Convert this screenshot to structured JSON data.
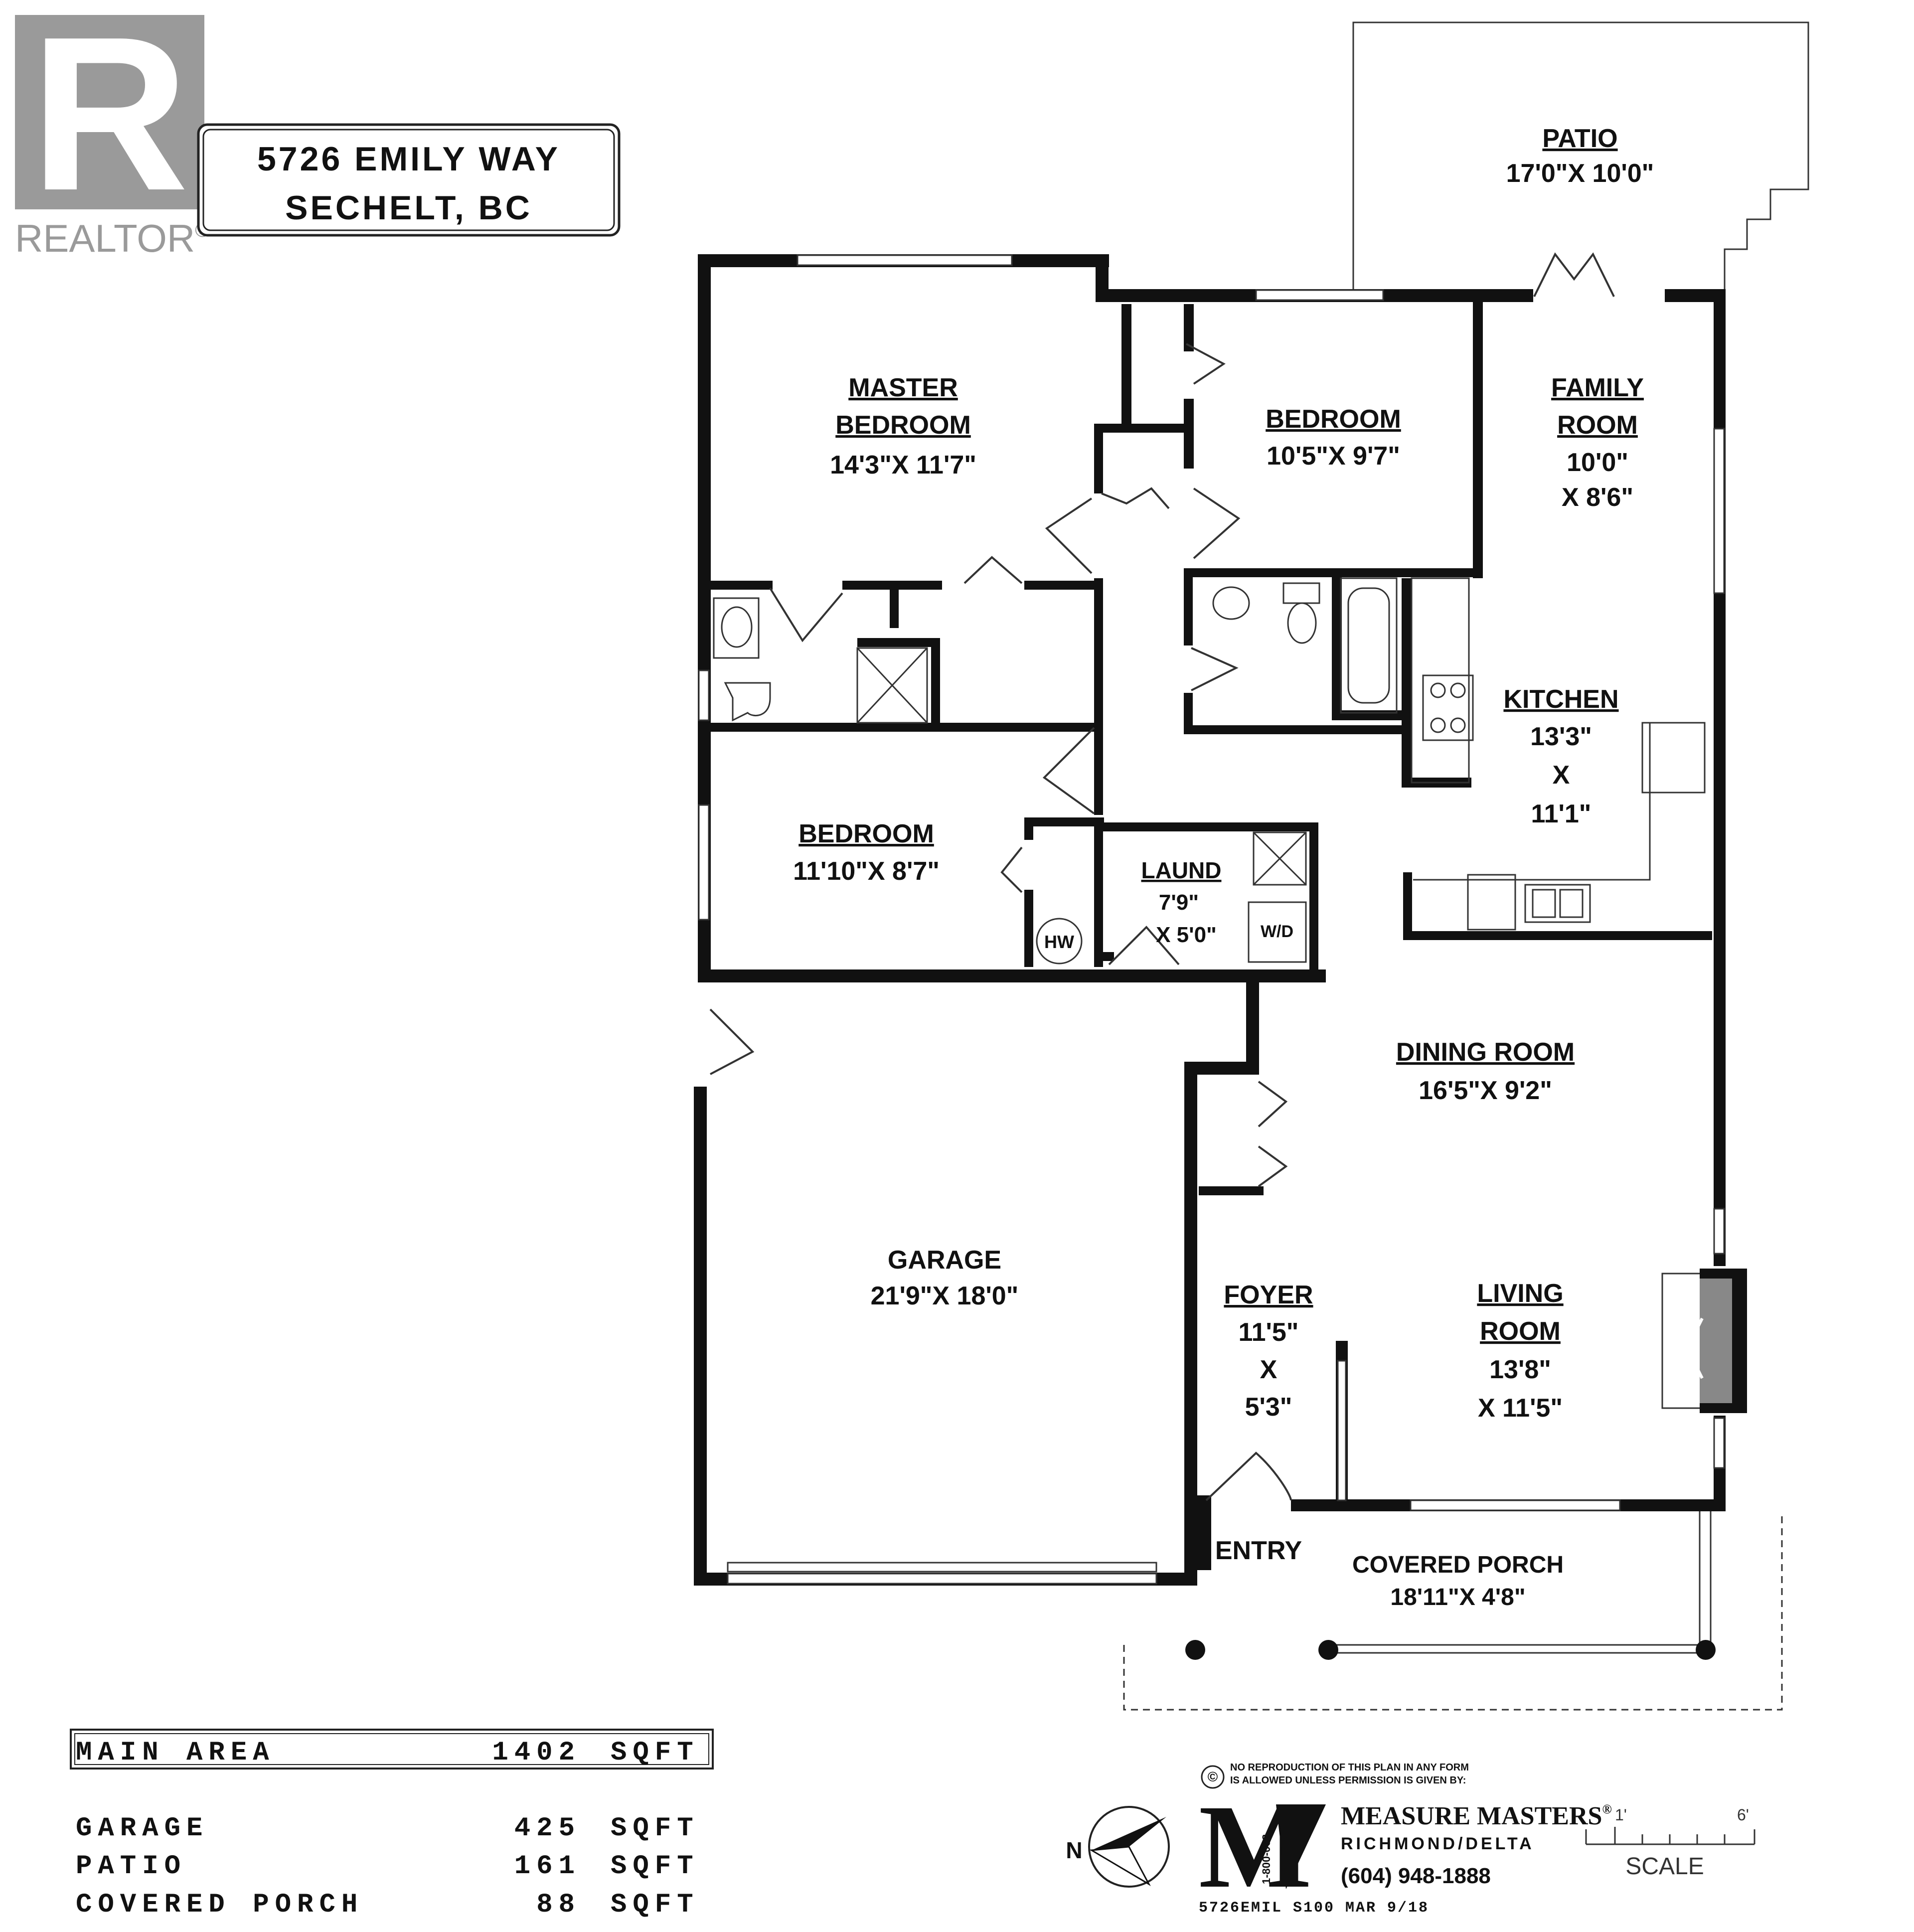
{
  "logo": {
    "name": "REALTOR",
    "mark": "R",
    "trademark": "®"
  },
  "address": {
    "line1": "5726 EMILY WAY",
    "line2": "SECHELT, BC"
  },
  "rooms": {
    "patio": {
      "name": "PATIO",
      "dims": "17'0\"X 10'0\""
    },
    "master_bedroom": {
      "name_line1": "MASTER",
      "name_line2": "BEDROOM",
      "dims": "14'3\"X 11'7\""
    },
    "bedroom_2": {
      "name": "BEDROOM",
      "dims": "10'5\"X 9'7\""
    },
    "family_room": {
      "name_line1": "FAMILY",
      "name_line2": "ROOM",
      "dims_line1": "10'0\"",
      "dims_line2": "X 8'6\""
    },
    "kitchen": {
      "name": "KITCHEN",
      "dims_line1": "13'3\"",
      "dims_line2": "X",
      "dims_line3": "11'1\""
    },
    "bedroom_3": {
      "name": "BEDROOM",
      "dims": "11'10\"X 8'7\""
    },
    "laundry": {
      "name": "LAUND",
      "dims_line1": "7'9\"",
      "dims_line2": "X 5'0\"",
      "washer_label": "W/D",
      "heater_label": "HW"
    },
    "dining_room": {
      "name": "DINING ROOM",
      "dims": "16'5\"X 9'2\""
    },
    "garage": {
      "name": "GARAGE",
      "dims": "21'9\"X 18'0\""
    },
    "foyer": {
      "name": "FOYER",
      "dims_line1": "11'5\"",
      "dims_line2": "X",
      "dims_line3": "5'3\""
    },
    "living_room": {
      "name_line1": "LIVING",
      "name_line2": "ROOM",
      "dims_line1": "13'8\"",
      "dims_line2": "X 11'5\""
    },
    "entry": {
      "name": "ENTRY"
    },
    "covered_porch": {
      "name": "COVERED PORCH",
      "dims": "18'11\"X 4'8\""
    }
  },
  "areas": {
    "main": {
      "label": "MAIN AREA",
      "value": "1402",
      "unit": "SQFT"
    },
    "others": [
      {
        "label": "GARAGE",
        "value": "425",
        "unit": "SQFT"
      },
      {
        "label": "PATIO",
        "value": "161",
        "unit": "SQFT"
      },
      {
        "label": "COVERED PORCH",
        "value": "88",
        "unit": "SQFT"
      }
    ]
  },
  "credits": {
    "copyright_symbol": "©",
    "notice_line1": "NO REPRODUCTION OF THIS PLAN IN ANY FORM",
    "notice_line2": "IS ALLOWED UNLESS PERMISSION IS GIVEN BY:",
    "company": "MEASURE MASTERS",
    "company_mark": "®",
    "location": "RICHMOND/DELTA",
    "phone": "(604)  948-1888",
    "footer": "5726EMIL    S100    MAR 9/18",
    "logo_letter": "M",
    "logo_vertical": "1-800-063"
  },
  "compass": {
    "label": "N"
  },
  "scale": {
    "start": "1'",
    "end": "6'",
    "label": "SCALE"
  }
}
